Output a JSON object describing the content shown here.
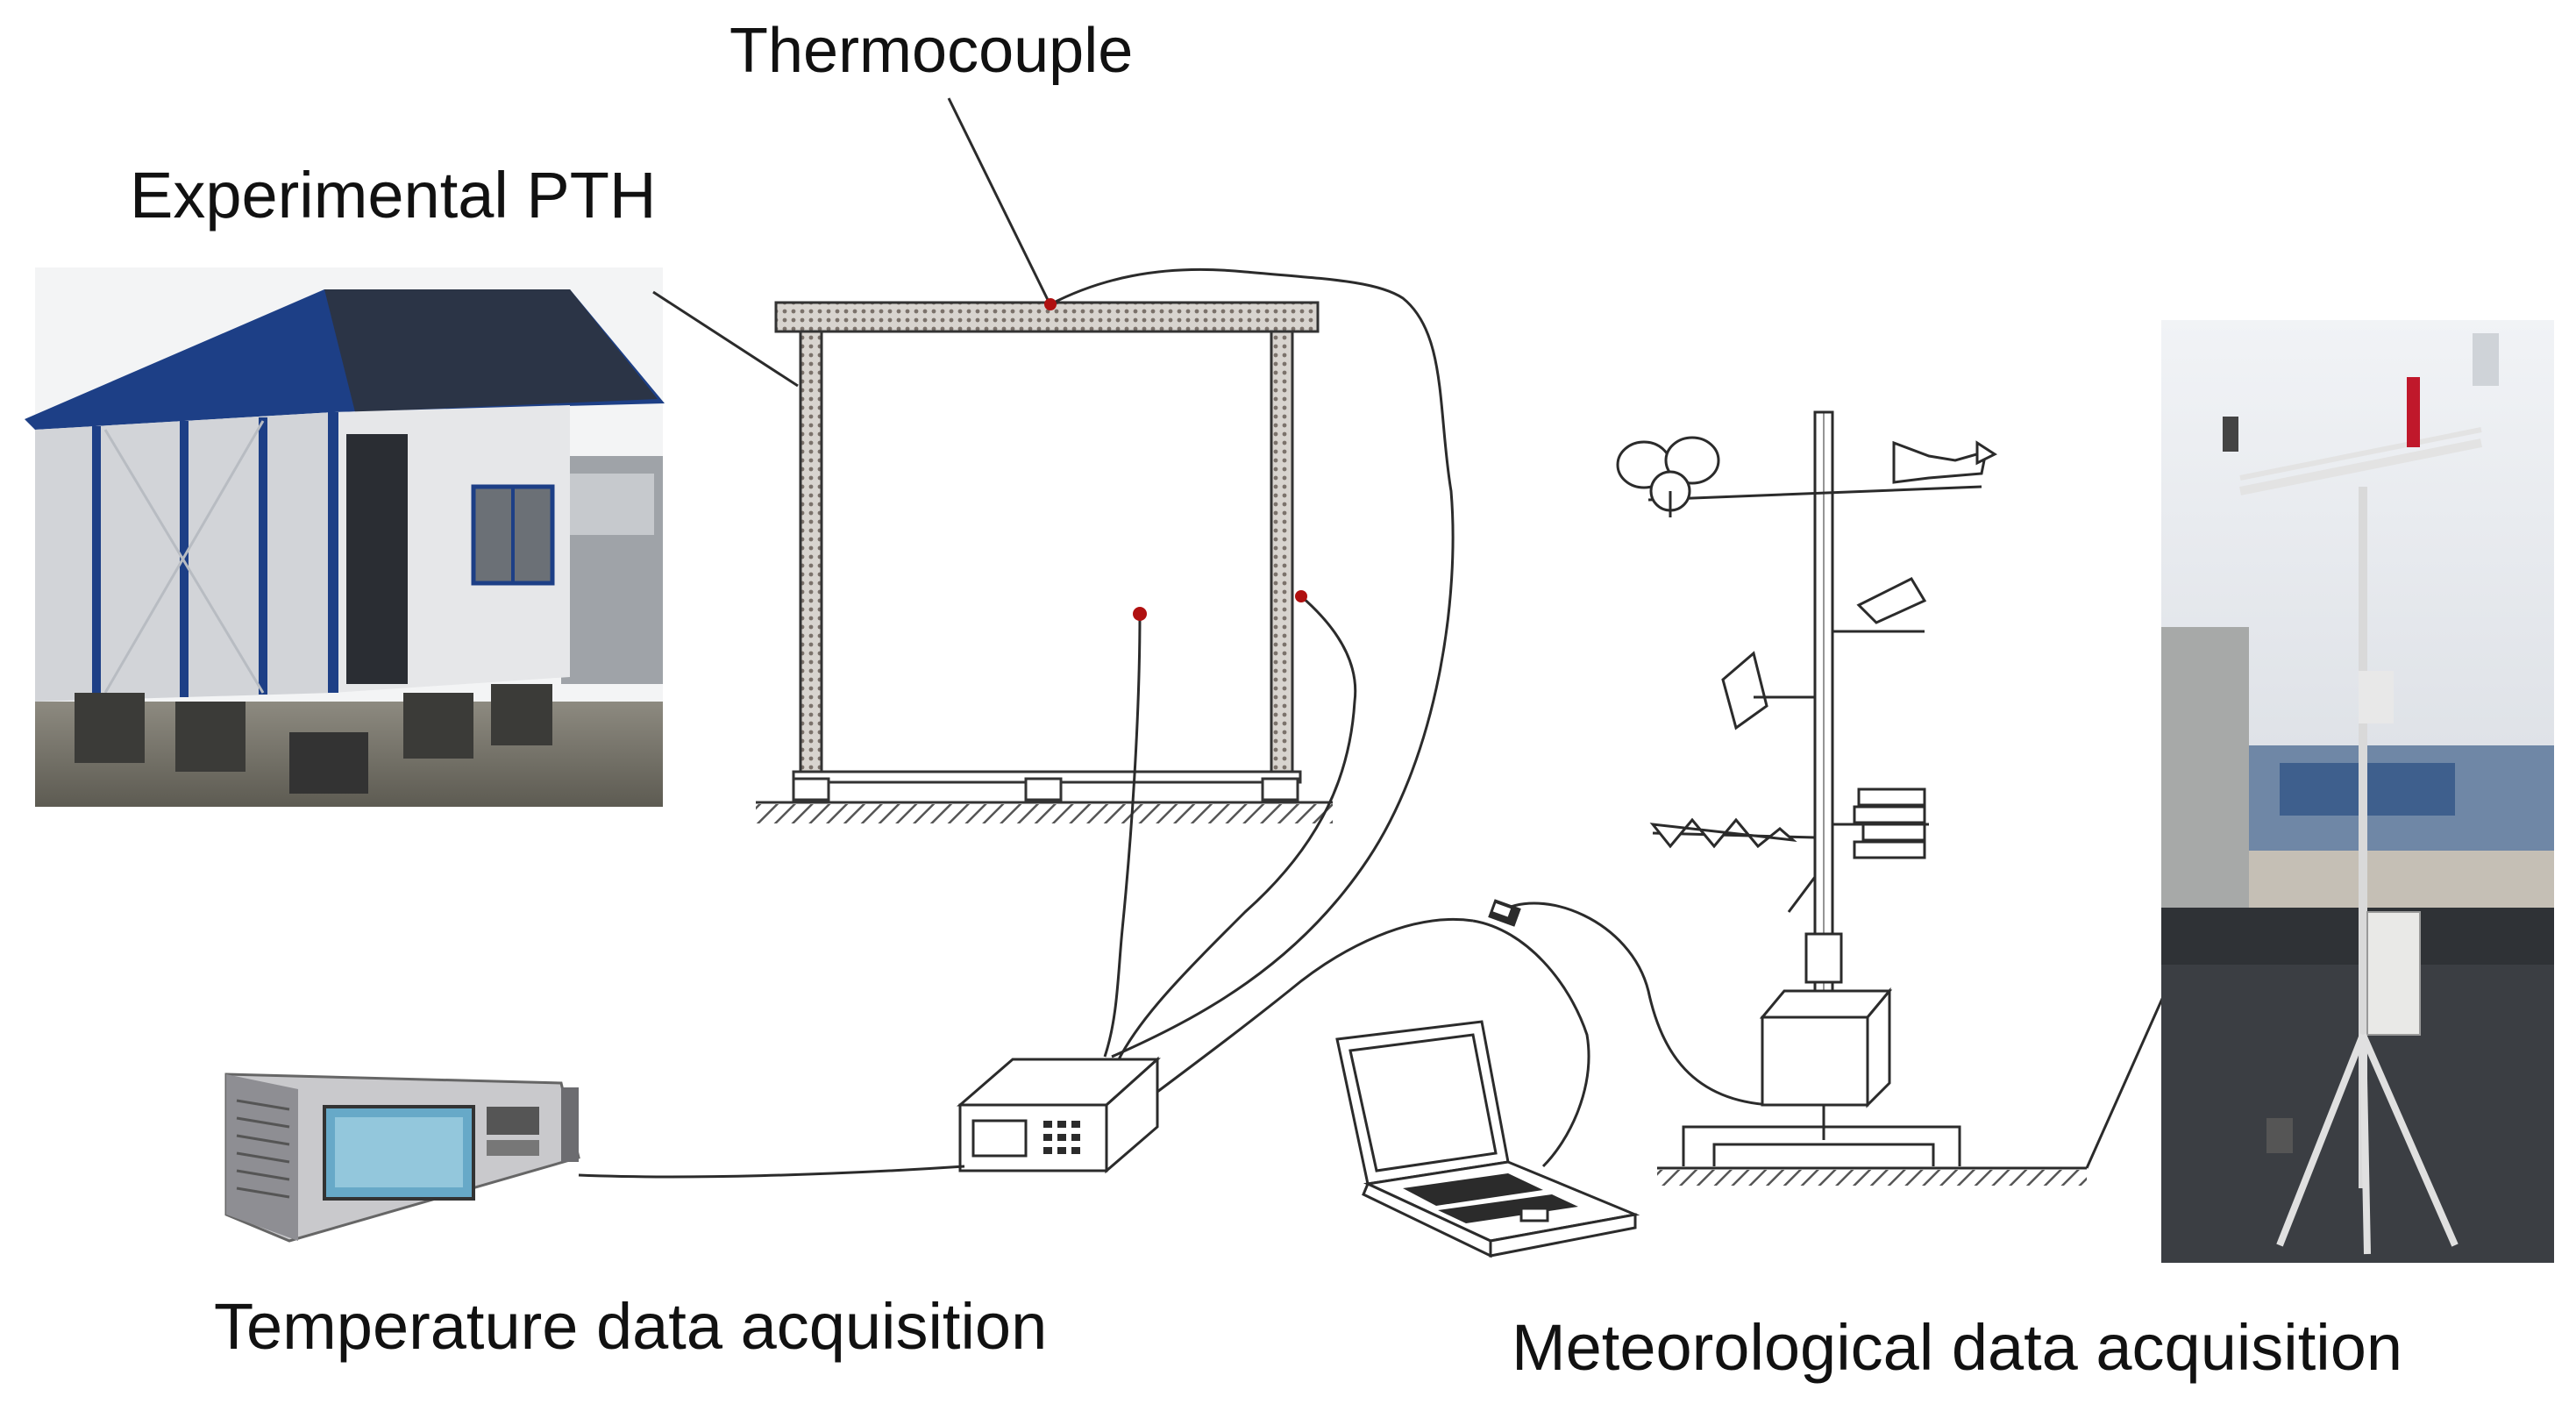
{
  "labels": {
    "thermocouple": "Thermocouple",
    "experimental_pth": "Experimental PTH",
    "temperature_acquisition": "Temperature data acquisition",
    "meteorological_acquisition": "Meteorological data acquisition"
  },
  "colors": {
    "line": "#2b2b2b",
    "sensor_dot": "#b01010",
    "roof_blue": "#1d3f86",
    "panel_white": "#dcdde0",
    "sky": "#d9dee6",
    "roof_floor": "#2f3236",
    "logger_screen": "#67a9c8"
  },
  "icons": [
    "prefab-house-photo",
    "weather-station-photo",
    "data-logger-device",
    "desktop-acquisition-unit",
    "laptop-icon",
    "weather-mast-sketch"
  ]
}
